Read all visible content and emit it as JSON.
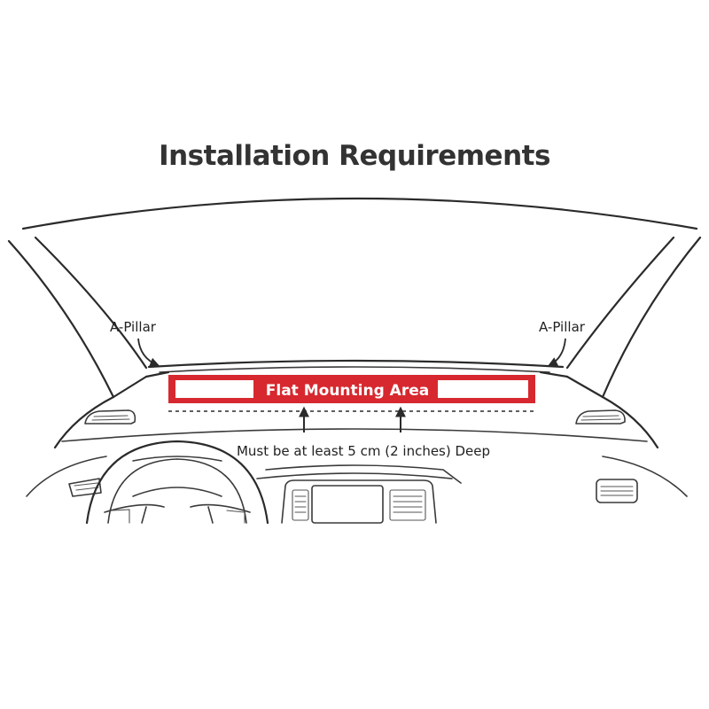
{
  "title": "Installation Requirements",
  "labels": {
    "a_pillar_left": "A-Pillar",
    "a_pillar_right": "A-Pillar",
    "mounting_area": "Flat Mounting Area",
    "depth_note": "Must be at least 5 cm (2 inches) Deep"
  },
  "colors": {
    "accent": "#d7282f",
    "ink": "#2b2b2b",
    "title": "#333333"
  },
  "icons": {
    "pillar_pointer": "curved-arrow-icon",
    "depth_pointer": "up-arrow-icon"
  }
}
